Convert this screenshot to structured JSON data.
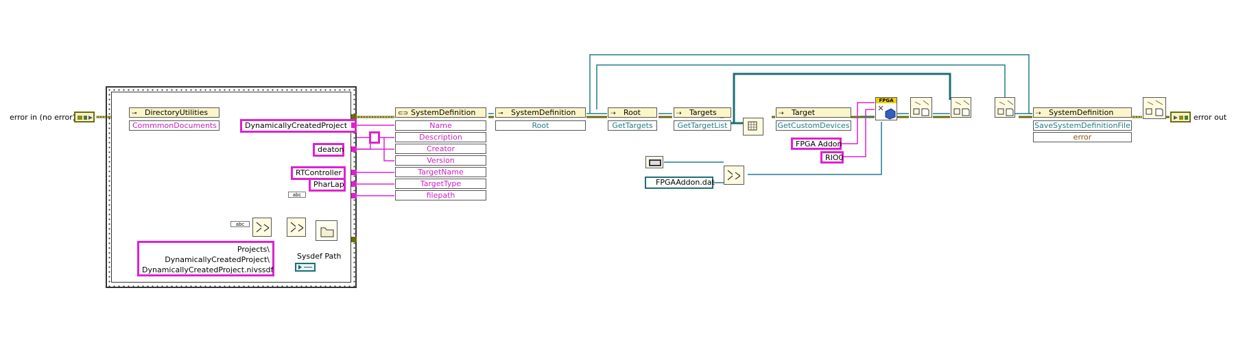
{
  "error_in_label": "error in (no error)",
  "error_out_label": "error out",
  "sysdef_path_label": "Sysdef Path",
  "directory_utilities": {
    "title": "DirectoryUtilities",
    "prop": "CommmonDocuments"
  },
  "path_constant": {
    "lines": [
      "Projects\\",
      "DynamicallyCreatedProject\\",
      "DynamicallyCreatedProject.nivssdf"
    ]
  },
  "constants": {
    "name": "DynamicallyCreatedProject",
    "description": "",
    "creator": "deaton",
    "target_name": "RTController",
    "target_type": "PharLap",
    "fpga_addon": "FPGA Addon",
    "rio": "RIO0",
    "fpga_file": "FPGAAddon.dat"
  },
  "sysdef_constructor": {
    "title": "SystemDefinition",
    "props": [
      "Name",
      "Description",
      "Creator",
      "Version",
      "TargetName",
      "TargetType",
      "filepath"
    ]
  },
  "sysdef_root": {
    "title": "SystemDefinition",
    "prop": "Root"
  },
  "root_node": {
    "title": "Root",
    "prop": "GetTargets"
  },
  "targets_node": {
    "title": "Targets",
    "prop": "GetTargetList"
  },
  "target_node": {
    "title": "Target",
    "prop": "GetCustomDevices"
  },
  "fpga_vi": {
    "label": "FPGA"
  },
  "sysdef_save": {
    "title": "SystemDefinition",
    "props": [
      "SaveSystemDefinitionFile",
      "error"
    ]
  },
  "colors": {
    "pink": "#e020d0",
    "teal": "#1f7c8a",
    "error": "#6b6b10",
    "frame": "#333333"
  }
}
